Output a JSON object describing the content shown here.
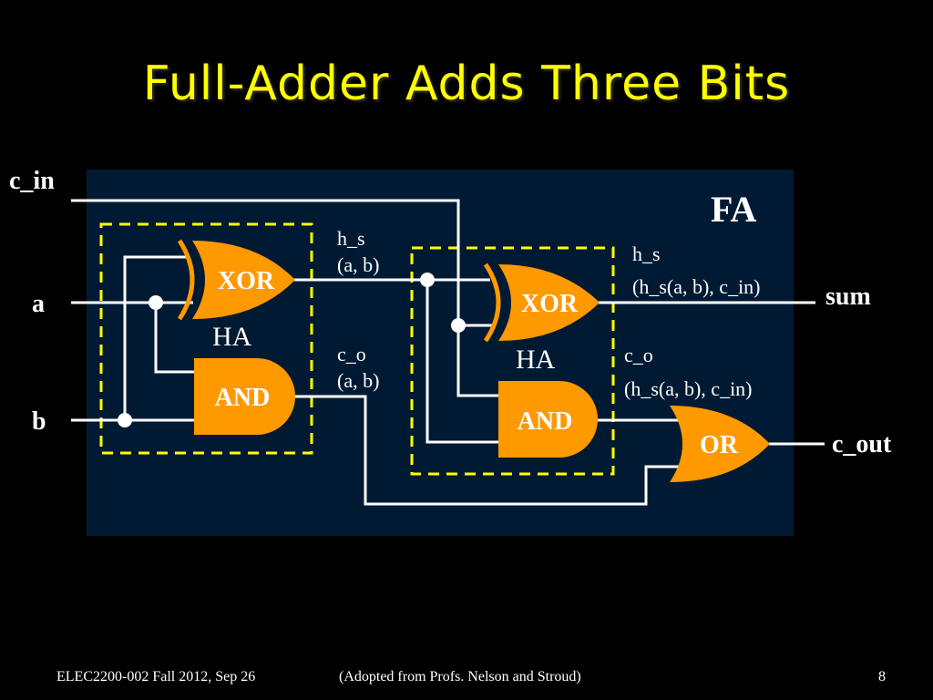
{
  "slide": {
    "title": "Full-Adder Adds Three Bits",
    "footer_left": "ELEC2200-002 Fall 2012, Sep 26",
    "footer_center": "(Adopted from Profs. Nelson and Stroud)",
    "page_number": "8"
  },
  "diagram": {
    "block_label": "FA",
    "inputs": {
      "c_in": "c_in",
      "a": "a",
      "b": "b"
    },
    "outputs": {
      "sum": "sum",
      "c_out": "c_out"
    },
    "half_adder_1": {
      "label": "HA",
      "xor_label": "XOR",
      "and_label": "AND",
      "sum_annotation": [
        "h_s",
        "(a, b)"
      ],
      "carry_annotation": [
        "c_o",
        "(a, b)"
      ]
    },
    "half_adder_2": {
      "label": "HA",
      "xor_label": "XOR",
      "and_label": "AND",
      "sum_annotation": [
        "h_s",
        "(h_s(a, b), c_in)"
      ],
      "carry_annotation": [
        "c_o",
        "(h_s(a, b), c_in)"
      ]
    },
    "or_gate_label": "OR"
  },
  "colors": {
    "background": "#000000",
    "panel": "#011a33",
    "title": "#FFFF00",
    "gate_fill": "#FF9900",
    "wire": "#ffffff",
    "ha_box": "#FFFF00"
  }
}
